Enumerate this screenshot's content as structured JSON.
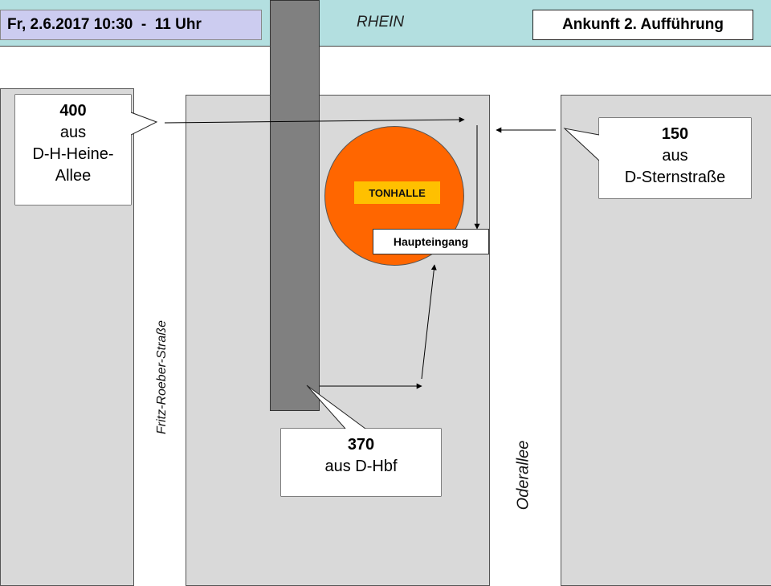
{
  "header": {
    "date_time": "Fr, 2.6.2017 10:30  -  11 Uhr",
    "phase": "Ankunft 2. Aufführung"
  },
  "map": {
    "river_label": "RHEIN",
    "streets": {
      "left": "Fritz-Roeber-Straße",
      "right": "Oderallee"
    },
    "venue": {
      "label": "TONHALLE",
      "color": "#ff6600",
      "label_bg": "#ffc000"
    },
    "entrance_label": "Haupteingang"
  },
  "arrivals": [
    {
      "count": "400",
      "line1": "aus",
      "line2": "D-H-Heine-",
      "line3": "Allee"
    },
    {
      "count": "150",
      "line1": "aus",
      "line2": "D-Sternstraße"
    },
    {
      "count": "370",
      "line1": "aus D-Hbf"
    }
  ],
  "colors": {
    "river": "#b3dfe0",
    "block": "#d9d9d9",
    "rail": "#808080",
    "date_bg": "#ccccf0"
  }
}
